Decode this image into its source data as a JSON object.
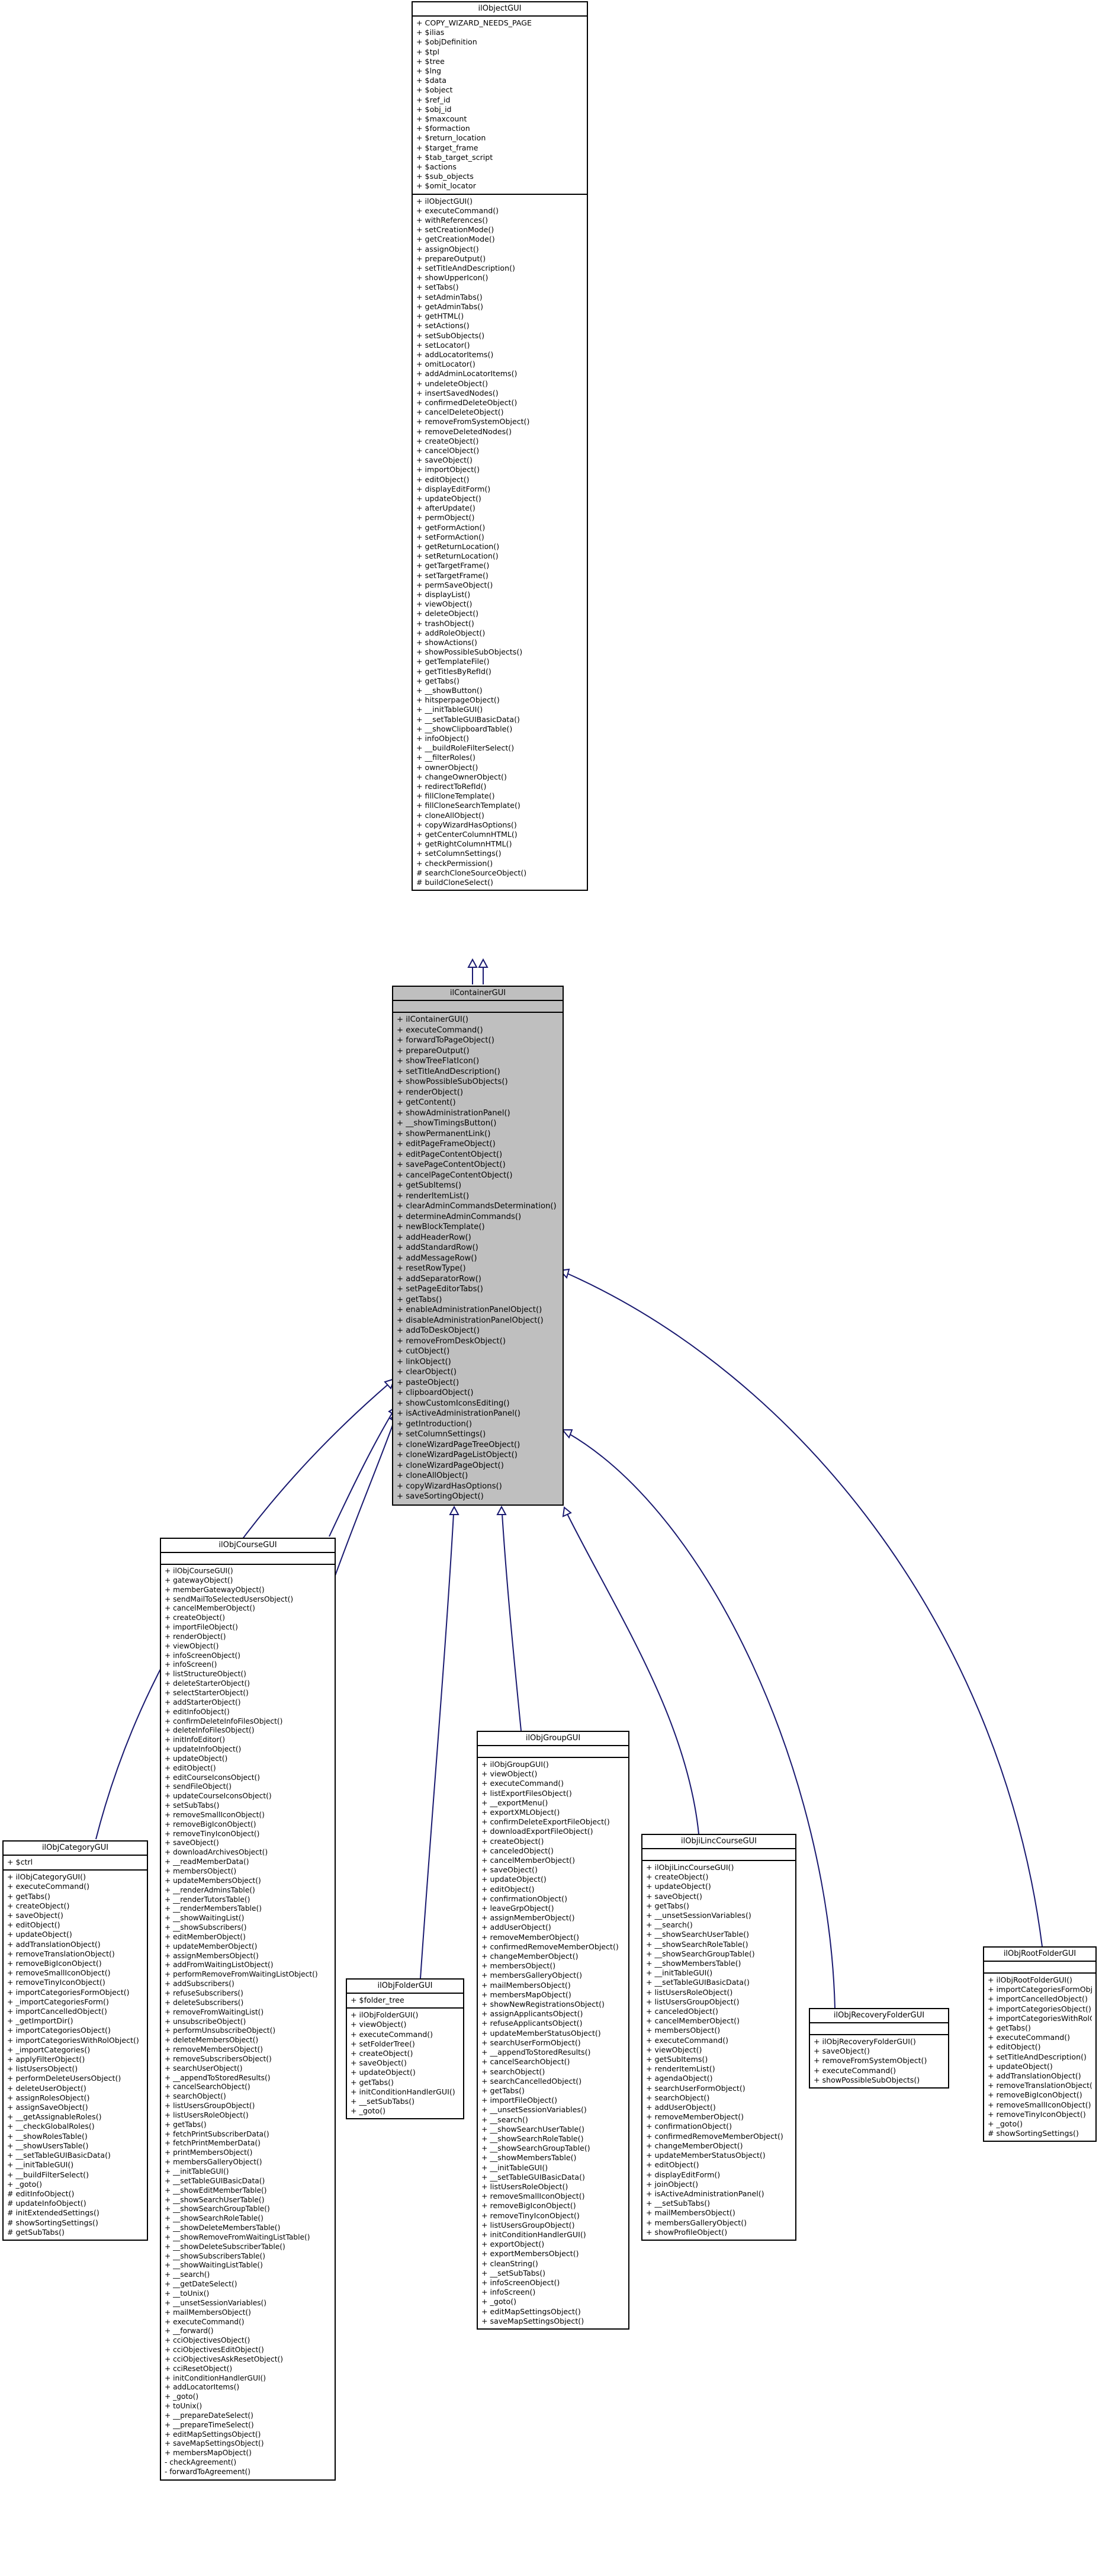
{
  "diagram": {
    "edge_color": "#191970",
    "classes": [
      {
        "id": "ilObjectGUI",
        "name": "ilObjectGUI",
        "attributes": [
          "+ COPY_WIZARD_NEEDS_PAGE",
          "+ $ilias",
          "+ $objDefinition",
          "+ $tpl",
          "+ $tree",
          "+ $lng",
          "+ $data",
          "+ $object",
          "+ $ref_id",
          "+ $obj_id",
          "+ $maxcount",
          "+ $formaction",
          "+ $return_location",
          "+ $target_frame",
          "+ $tab_target_script",
          "+ $actions",
          "+ $sub_objects",
          "+ $omit_locator"
        ],
        "methods": [
          "+ ilObjectGUI()",
          "+ executeCommand()",
          "+ withReferences()",
          "+ setCreationMode()",
          "+ getCreationMode()",
          "+ assignObject()",
          "+ prepareOutput()",
          "+ setTitleAndDescription()",
          "+ showUpperIcon()",
          "+ setTabs()",
          "+ setAdminTabs()",
          "+ getAdminTabs()",
          "+ getHTML()",
          "+ setActions()",
          "+ setSubObjects()",
          "+ setLocator()",
          "+ addLocatorItems()",
          "+ omitLocator()",
          "+ addAdminLocatorItems()",
          "+ undeleteObject()",
          "+ insertSavedNodes()",
          "+ confirmedDeleteObject()",
          "+ cancelDeleteObject()",
          "+ removeFromSystemObject()",
          "+ removeDeletedNodes()",
          "+ createObject()",
          "+ cancelObject()",
          "+ saveObject()",
          "+ importObject()",
          "+ editObject()",
          "+ displayEditForm()",
          "+ updateObject()",
          "+ afterUpdate()",
          "+ permObject()",
          "+ getFormAction()",
          "+ setFormAction()",
          "+ getReturnLocation()",
          "+ setReturnLocation()",
          "+ getTargetFrame()",
          "+ setTargetFrame()",
          "+ permSaveObject()",
          "+ displayList()",
          "+ viewObject()",
          "+ deleteObject()",
          "+ trashObject()",
          "+ addRoleObject()",
          "+ showActions()",
          "+ showPossibleSubObjects()",
          "+ getTemplateFile()",
          "+ getTitlesByRefId()",
          "+ getTabs()",
          "+ __showButton()",
          "+ hitsperpageObject()",
          "+ __initTableGUI()",
          "+ __setTableGUIBasicData()",
          "+ __showClipboardTable()",
          "+ infoObject()",
          "+ __buildRoleFilterSelect()",
          "+ __filterRoles()",
          "+ ownerObject()",
          "+ changeOwnerObject()",
          "+ redirectToRefId()",
          "+ fillCloneTemplate()",
          "+ fillCloneSearchTemplate()",
          "+ cloneAllObject()",
          "+ copyWizardHasOptions()",
          "+ getCenterColumnHTML()",
          "+ getRightColumnHTML()",
          "+ setColumnSettings()",
          "+ checkPermission()",
          "# searchCloneSourceObject()",
          "# buildCloneSelect()"
        ]
      },
      {
        "id": "ilContainerGUI",
        "name": "ilContainerGUI",
        "current": true,
        "attributes": [],
        "methods": [
          "+ ilContainerGUI()",
          "+ executeCommand()",
          "+ forwardToPageObject()",
          "+ prepareOutput()",
          "+ showTreeFlatIcon()",
          "+ setTitleAndDescription()",
          "+ showPossibleSubObjects()",
          "+ renderObject()",
          "+ getContent()",
          "+ showAdministrationPanel()",
          "+ __showTimingsButton()",
          "+ showPermanentLink()",
          "+ editPageFrameObject()",
          "+ editPageContentObject()",
          "+ savePageContentObject()",
          "+ cancelPageContentObject()",
          "+ getSubItems()",
          "+ renderItemList()",
          "+ clearAdminCommandsDetermination()",
          "+ determineAdminCommands()",
          "+ newBlockTemplate()",
          "+ addHeaderRow()",
          "+ addStandardRow()",
          "+ addMessageRow()",
          "+ resetRowType()",
          "+ addSeparatorRow()",
          "+ setPageEditorTabs()",
          "+ getTabs()",
          "+ enableAdministrationPanelObject()",
          "+ disableAdministrationPanelObject()",
          "+ addToDeskObject()",
          "+ removeFromDeskObject()",
          "+ cutObject()",
          "+ linkObject()",
          "+ clearObject()",
          "+ pasteObject()",
          "+ clipboardObject()",
          "+ showCustomIconsEditing()",
          "+ isActiveAdministrationPanel()",
          "+ getIntroduction()",
          "+ setColumnSettings()",
          "+ cloneWizardPageTreeObject()",
          "+ cloneWizardPageListObject()",
          "+ cloneWizardPageObject()",
          "+ cloneAllObject()",
          "+ copyWizardHasOptions()",
          "+ saveSortingObject()"
        ]
      },
      {
        "id": "ilObjCategoryGUI",
        "name": "ilObjCategoryGUI",
        "attributes": [
          "+ $ctrl"
        ],
        "methods": [
          "+ ilObjCategoryGUI()",
          "+ executeCommand()",
          "+ getTabs()",
          "+ createObject()",
          "+ saveObject()",
          "+ editObject()",
          "+ updateObject()",
          "+ addTranslationObject()",
          "+ removeTranslationObject()",
          "+ removeBigIconObject()",
          "+ removeSmallIconObject()",
          "+ removeTinyIconObject()",
          "+ importCategoriesFormObject()",
          "+ _importCategoriesForm()",
          "+ importCancelledObject()",
          "+ _getImportDir()",
          "+ importCategoriesObject()",
          "+ importCategoriesWithRolObject()",
          "+ _importCategories()",
          "+ applyFilterObject()",
          "+ listUsersObject()",
          "+ performDeleteUsersObject()",
          "+ deleteUserObject()",
          "+ assignRolesObject()",
          "+ assignSaveObject()",
          "+ __getAssignableRoles()",
          "+ __checkGlobalRoles()",
          "+ __showRolesTable()",
          "+ __showUsersTable()",
          "+ __setTableGUIBasicData()",
          "+ __initTableGUI()",
          "+ __buildFilterSelect()",
          "+ _goto()",
          "# editInfoObject()",
          "# updateInfoObject()",
          "# initExtendedSettings()",
          "# showSortingSettings()",
          "# getSubTabs()"
        ]
      },
      {
        "id": "ilObjCourseGUI",
        "name": "ilObjCourseGUI",
        "attributes": [],
        "methods": [
          "+ ilObjCourseGUI()",
          "+ gatewayObject()",
          "+ memberGatewayObject()",
          "+ sendMailToSelectedUsersObject()",
          "+ cancelMemberObject()",
          "+ createObject()",
          "+ importFileObject()",
          "+ renderObject()",
          "+ viewObject()",
          "+ infoScreenObject()",
          "+ infoScreen()",
          "+ listStructureObject()",
          "+ deleteStarterObject()",
          "+ selectStarterObject()",
          "+ addStarterObject()",
          "+ editInfoObject()",
          "+ confirmDeleteInfoFilesObject()",
          "+ deleteInfoFilesObject()",
          "+ initInfoEditor()",
          "+ updateInfoObject()",
          "+ updateObject()",
          "+ editObject()",
          "+ editCourseIconsObject()",
          "+ sendFileObject()",
          "+ updateCourseIconsObject()",
          "+ setSubTabs()",
          "+ removeSmallIconObject()",
          "+ removeBigIconObject()",
          "+ removeTinyIconObject()",
          "+ saveObject()",
          "+ downloadArchivesObject()",
          "+ __readMemberData()",
          "+ membersObject()",
          "+ updateMembersObject()",
          "+ __renderAdminsTable()",
          "+ __renderTutorsTable()",
          "+ __renderMembersTable()",
          "+ __showWaitingList()",
          "+ __showSubscribers()",
          "+ editMemberObject()",
          "+ updateMemberObject()",
          "+ assignMembersObject()",
          "+ addFromWaitingListObject()",
          "+ performRemoveFromWaitingListObject()",
          "+ addSubscribers()",
          "+ refuseSubscribers()",
          "+ deleteSubscribers()",
          "+ removeFromWaitingList()",
          "+ unsubscribeObject()",
          "+ performUnsubscribeObject()",
          "+ deleteMembersObject()",
          "+ removeMembersObject()",
          "+ removeSubscribersObject()",
          "+ searchUserObject()",
          "+ __appendToStoredResults()",
          "+ cancelSearchObject()",
          "+ searchObject()",
          "+ listUsersGroupObject()",
          "+ listUsersRoleObject()",
          "+ getTabs()",
          "+ fetchPrintSubscriberData()",
          "+ fetchPrintMemberData()",
          "+ printMembersObject()",
          "+ membersGalleryObject()",
          "+ __initTableGUI()",
          "+ __setTableGUIBasicData()",
          "+ __showEditMemberTable()",
          "+ __showSearchUserTable()",
          "+ __showSearchGroupTable()",
          "+ __showSearchRoleTable()",
          "+ __showDeleteMembersTable()",
          "+ __showRemoveFromWaitingListTable()",
          "+ __showDeleteSubscriberTable()",
          "+ __showSubscribersTable()",
          "+ __showWaitingListTable()",
          "+ __search()",
          "+ __getDateSelect()",
          "+ __toUnix()",
          "+ __unsetSessionVariables()",
          "+ mailMembersObject()",
          "+ executeCommand()",
          "+ __forward()",
          "+ cciObjectivesObject()",
          "+ cciObjectivesEditObject()",
          "+ cciObjectivesAskResetObject()",
          "+ cciResetObject()",
          "+ initConditionHandlerGUI()",
          "+ addLocatorItems()",
          "+ _goto()",
          "+ toUnix()",
          "+ __prepareDateSelect()",
          "+ __prepareTimeSelect()",
          "+ editMapSettingsObject()",
          "+ saveMapSettingsObject()",
          "+ membersMapObject()",
          "- checkAgreement()",
          "- forwardToAgreement()"
        ]
      },
      {
        "id": "ilObjFolderGUI",
        "name": "ilObjFolderGUI",
        "attributes": [
          "+ $folder_tree"
        ],
        "methods": [
          "+ ilObjFolderGUI()",
          "+ viewObject()",
          "+ executeCommand()",
          "+ setFolderTree()",
          "+ createObject()",
          "+ saveObject()",
          "+ updateObject()",
          "+ getTabs()",
          "+ initConditionHandlerGUI()",
          "+ __setSubTabs()",
          "+ _goto()"
        ]
      },
      {
        "id": "ilObjGroupGUI",
        "name": "ilObjGroupGUI",
        "attributes": [],
        "methods": [
          "+ ilObjGroupGUI()",
          "+ viewObject()",
          "+ executeCommand()",
          "+ listExportFilesObject()",
          "+ __exportMenu()",
          "+ exportXMLObject()",
          "+ confirmDeleteExportFileObject()",
          "+ downloadExportFileObject()",
          "+ createObject()",
          "+ canceledObject()",
          "+ cancelMemberObject()",
          "+ saveObject()",
          "+ updateObject()",
          "+ editObject()",
          "+ confirmationObject()",
          "+ leaveGrpObject()",
          "+ assignMemberObject()",
          "+ addUserObject()",
          "+ removeMemberObject()",
          "+ confirmedRemoveMemberObject()",
          "+ changeMemberObject()",
          "+ membersObject()",
          "+ membersGalleryObject()",
          "+ mailMembersObject()",
          "+ membersMapObject()",
          "+ showNewRegistrationsObject()",
          "+ assignApplicantsObject()",
          "+ refuseApplicantsObject()",
          "+ updateMemberStatusObject()",
          "+ searchUserFormObject()",
          "+ __appendToStoredResults()",
          "+ cancelSearchObject()",
          "+ searchObject()",
          "+ searchCancelledObject()",
          "+ getTabs()",
          "+ importFileObject()",
          "+ __unsetSessionVariables()",
          "+ __search()",
          "+ __showSearchUserTable()",
          "+ __showSearchRoleTable()",
          "+ __showSearchGroupTable()",
          "+ __showMembersTable()",
          "+ __initTableGUI()",
          "+ __setTableGUIBasicData()",
          "+ listUsersRoleObject()",
          "+ removeSmallIconObject()",
          "+ removeBigIconObject()",
          "+ removeTinyIconObject()",
          "+ listUsersGroupObject()",
          "+ initConditionHandlerGUI()",
          "+ exportObject()",
          "+ exportMembersObject()",
          "+ cleanString()",
          "+ __setSubTabs()",
          "+ infoScreenObject()",
          "+ infoScreen()",
          "+ _goto()",
          "+ editMapSettingsObject()",
          "+ saveMapSettingsObject()"
        ]
      },
      {
        "id": "ilObjLinkCourseGUI",
        "name": "ilObjiLincCourseGUI",
        "attributes": [],
        "methods": [
          "+ ilObjiLincCourseGUI()",
          "+ createObject()",
          "+ updateObject()",
          "+ saveObject()",
          "+ getTabs()",
          "+ __unsetSessionVariables()",
          "+ __search()",
          "+ __showSearchUserTable()",
          "+ __showSearchRoleTable()",
          "+ __showSearchGroupTable()",
          "+ __showMembersTable()",
          "+ __initTableGUI()",
          "+ __setTableGUIBasicData()",
          "+ listUsersRoleObject()",
          "+ listUsersGroupObject()",
          "+ canceledObject()",
          "+ cancelMemberObject()",
          "+ membersObject()",
          "+ executeCommand()",
          "+ viewObject()",
          "+ getSubItems()",
          "+ renderItemList()",
          "+ agendaObject()",
          "+ searchUserFormObject()",
          "+ searchObject()",
          "+ addUserObject()",
          "+ removeMemberObject()",
          "+ confirmationObject()",
          "+ confirmedRemoveMemberObject()",
          "+ changeMemberObject()",
          "+ updateMemberStatusObject()",
          "+ editObject()",
          "+ displayEditForm()",
          "+ joinObject()",
          "+ isActiveAdministrationPanel()",
          "+ __setSubTabs()",
          "+ mailMembersObject()",
          "+ membersGalleryObject()",
          "+ showProfileObject()"
        ]
      },
      {
        "id": "ilObjRecoveryFolderGUI",
        "name": "ilObjRecoveryFolderGUI",
        "attributes": [],
        "methods": [
          "+ ilObjRecoveryFolderGUI()",
          "+ saveObject()",
          "+ removeFromSystemObject()",
          "+ executeCommand()",
          "+ showPossibleSubObjects()"
        ]
      },
      {
        "id": "ilObjRootFolderGUI",
        "name": "ilObjRootFolderGUI",
        "attributes": [],
        "methods": [
          "+ ilObjRootFolderGUI()",
          "+ importCategoriesFormObject()",
          "+ importCancelledObject()",
          "+ importCategoriesObject()",
          "+ importCategoriesWithRolObject()",
          "+ getTabs()",
          "+ executeCommand()",
          "+ editObject()",
          "+ setTitleAndDescription()",
          "+ updateObject()",
          "+ addTranslationObject()",
          "+ removeTranslationObject()",
          "+ removeBigIconObject()",
          "+ removeSmallIconObject()",
          "+ removeTinyIconObject()",
          "+ _goto()",
          "# showSortingSettings()"
        ]
      }
    ]
  }
}
